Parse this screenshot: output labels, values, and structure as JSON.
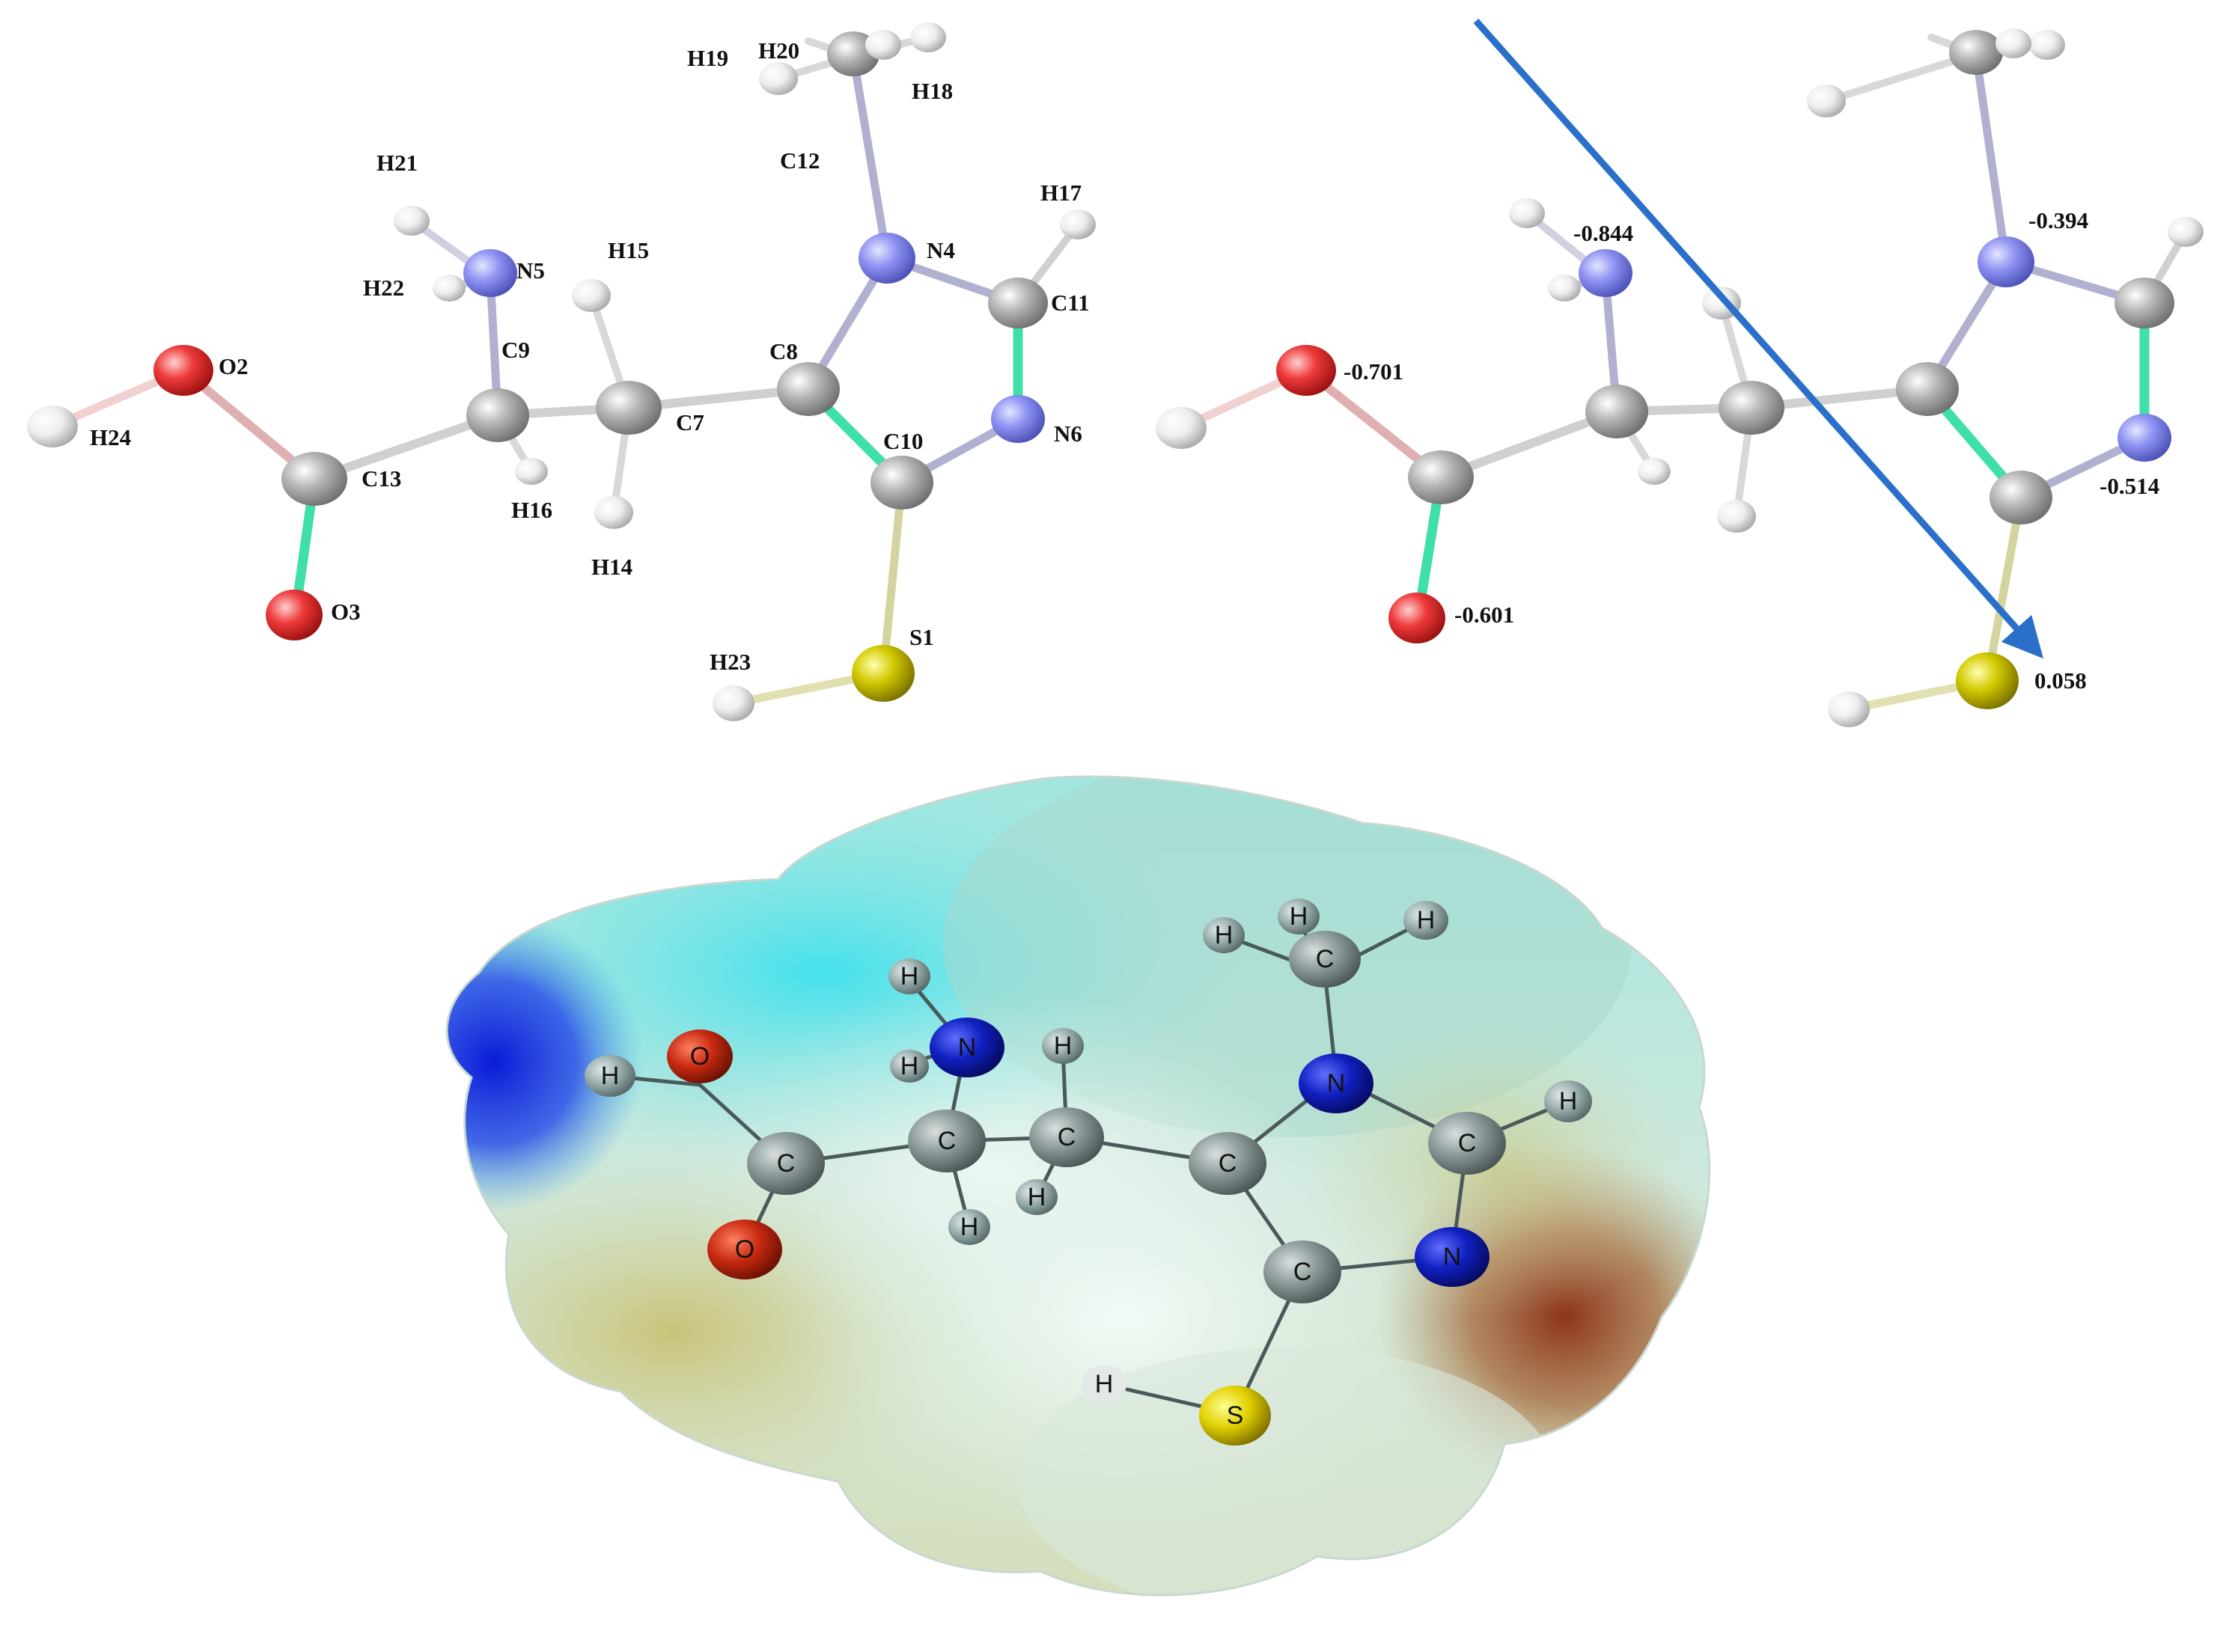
{
  "colors": {
    "C": "#a9a9a9",
    "H": "#e8e8e8",
    "N": "#8a8ef2",
    "O": "#ee3030",
    "S": "#c8c000",
    "double_bond": "#3ee0a8",
    "arrow": "#2a6fc9"
  },
  "panel_a": {
    "labels": {
      "S1": "S1",
      "O2": "O2",
      "O3": "O3",
      "N4": "N4",
      "N5": "N5",
      "N6": "N6",
      "C7": "C7",
      "C8": "C8",
      "C9": "C9",
      "C10": "C10",
      "C11": "C11",
      "C12": "C12",
      "C13": "C13",
      "H14": "H14",
      "H15": "H15",
      "H16": "H16",
      "H17": "H17",
      "H18": "H18",
      "H19": "H19",
      "H20": "H20",
      "H21": "H21",
      "H22": "H22",
      "H23": "H23",
      "H24": "H24"
    }
  },
  "panel_b": {
    "charges": {
      "N5": "-0.844",
      "N4": "-0.394",
      "O2": "-0.701",
      "N6": "-0.514",
      "O3": "-0.601",
      "S1": "0.058"
    }
  },
  "panel_c": {
    "symbols": {
      "C": "C",
      "H": "H",
      "N": "N",
      "O": "O",
      "S": "S"
    }
  }
}
